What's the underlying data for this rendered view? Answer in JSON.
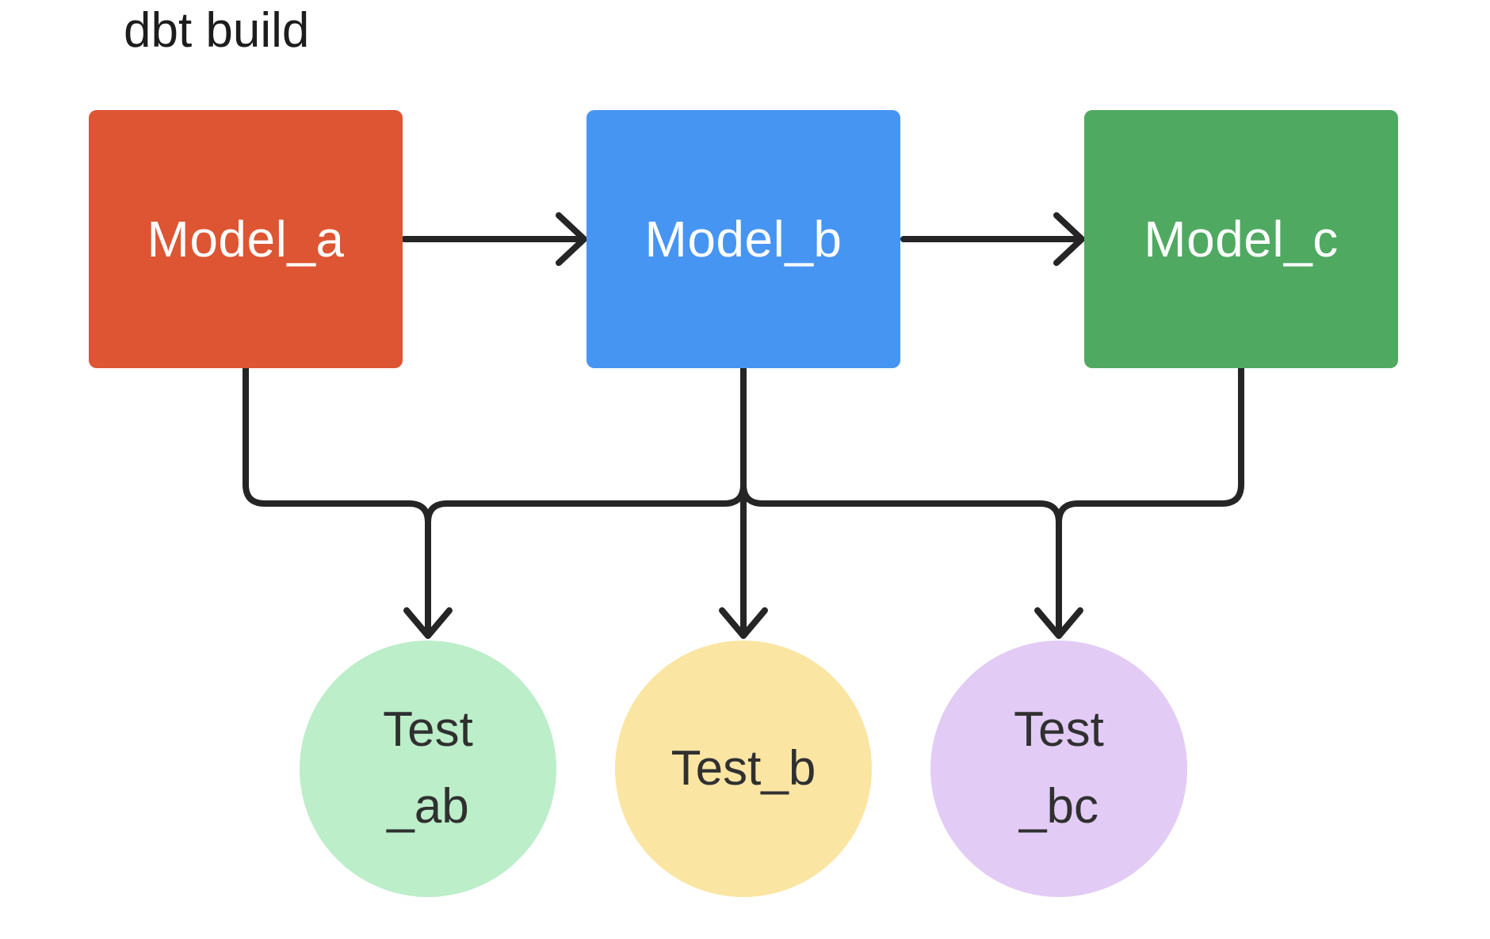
{
  "title": "dbt build",
  "colors": {
    "background": "#ffffff",
    "line": "#252525",
    "title_text": "#1d1d1d",
    "model_label": "#ffffff",
    "test_label": "#303030"
  },
  "models": [
    {
      "label": "Model_a",
      "color": "#DD5533"
    },
    {
      "label": "Model_b",
      "color": "#4795F2"
    },
    {
      "label": "Model_c",
      "color": "#50A961"
    }
  ],
  "tests": [
    {
      "label_lines": [
        "Test",
        "_ab"
      ],
      "color": "#BCEEC9"
    },
    {
      "label_lines": [
        "Test_b"
      ],
      "color": "#FAE5A3"
    },
    {
      "label_lines": [
        "Test",
        "_bc"
      ],
      "color": "#E2CCF5"
    }
  ],
  "edges": [
    {
      "from": "Model_a",
      "to": "Model_b"
    },
    {
      "from": "Model_b",
      "to": "Model_c"
    },
    {
      "from": "Model_a",
      "to": "Test_ab"
    },
    {
      "from": "Model_b",
      "to": "Test_ab"
    },
    {
      "from": "Model_b",
      "to": "Test_b"
    },
    {
      "from": "Model_b",
      "to": "Test_bc"
    },
    {
      "from": "Model_c",
      "to": "Test_bc"
    }
  ]
}
